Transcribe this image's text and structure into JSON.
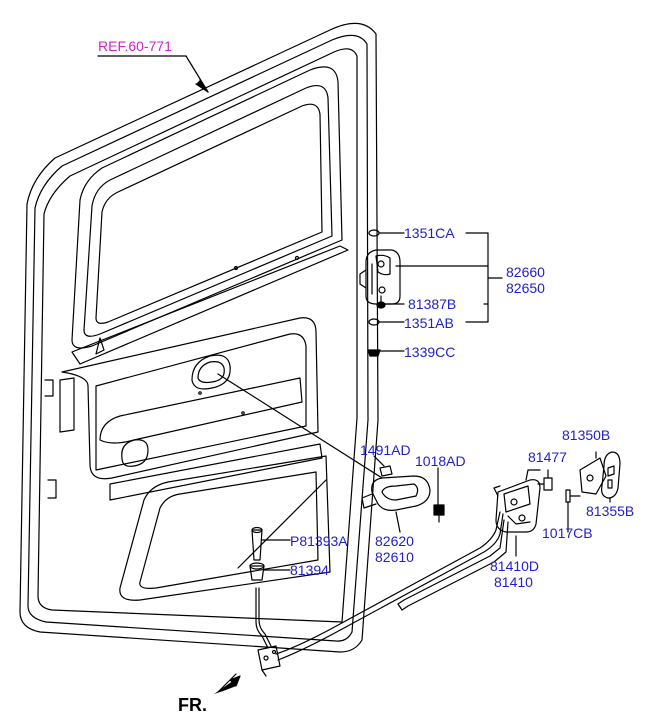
{
  "colors": {
    "part_label": "#1f1fc8",
    "ref_label": "#d11fd1",
    "linework": "#000000",
    "background": "#ffffff"
  },
  "labels": {
    "ref": "REF.60-771",
    "p1351CA": "1351CA",
    "p82660": "82660",
    "p82650": "82650",
    "p81387B": "81387B",
    "p1351AB": "1351AB",
    "p1339CC": "1339CC",
    "p1491AD": "1491AD",
    "p1018AD": "1018AD",
    "p82620": "82620",
    "p82610": "82610",
    "pP81393A": "P81393A",
    "p81394": "81394",
    "p81477": "81477",
    "p81350B": "81350B",
    "p1017CB": "1017CB",
    "p81355B": "81355B",
    "p81410D": "81410D",
    "p81410": "81410",
    "front": "FR."
  },
  "icons": {
    "front_arrow": "arrow-down-left-icon"
  }
}
